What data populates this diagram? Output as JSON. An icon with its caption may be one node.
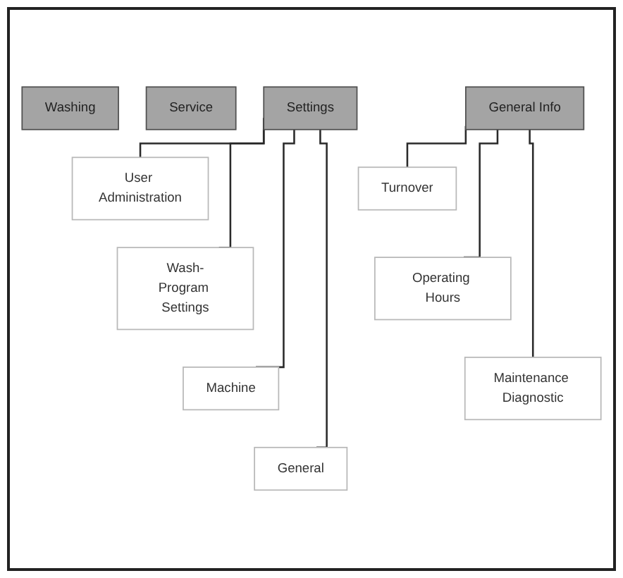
{
  "diagram": {
    "nodes": [
      {
        "text": [
          "Washing"
        ]
      },
      {
        "text": [
          "Service"
        ]
      },
      {
        "text": [
          "Settings"
        ]
      },
      {
        "text": [
          "General Info"
        ]
      },
      {
        "text": [
          "User Administration"
        ]
      },
      {
        "text": [
          "Wash-Program Settings"
        ]
      },
      {
        "text": [
          "Machine"
        ]
      },
      {
        "text": [
          "General"
        ]
      },
      {
        "text": [
          "Turnover"
        ]
      },
      {
        "text": [
          "Operating Hours"
        ]
      },
      {
        "text": [
          "Maintenance Diagnostic"
        ]
      }
    ],
    "edges": [
      {
        "from": 2,
        "to": 4,
        "arrow": "none"
      },
      {
        "from": 2,
        "to": 5,
        "arrow": "none"
      },
      {
        "from": 2,
        "to": 6,
        "arrow": "none"
      },
      {
        "from": 2,
        "to": 7,
        "arrow": "none"
      },
      {
        "from": 3,
        "to": 8,
        "arrow": "none"
      },
      {
        "from": 3,
        "to": 9,
        "arrow": "none"
      },
      {
        "from": 3,
        "to": 10,
        "arrow": "none"
      }
    ]
  }
}
